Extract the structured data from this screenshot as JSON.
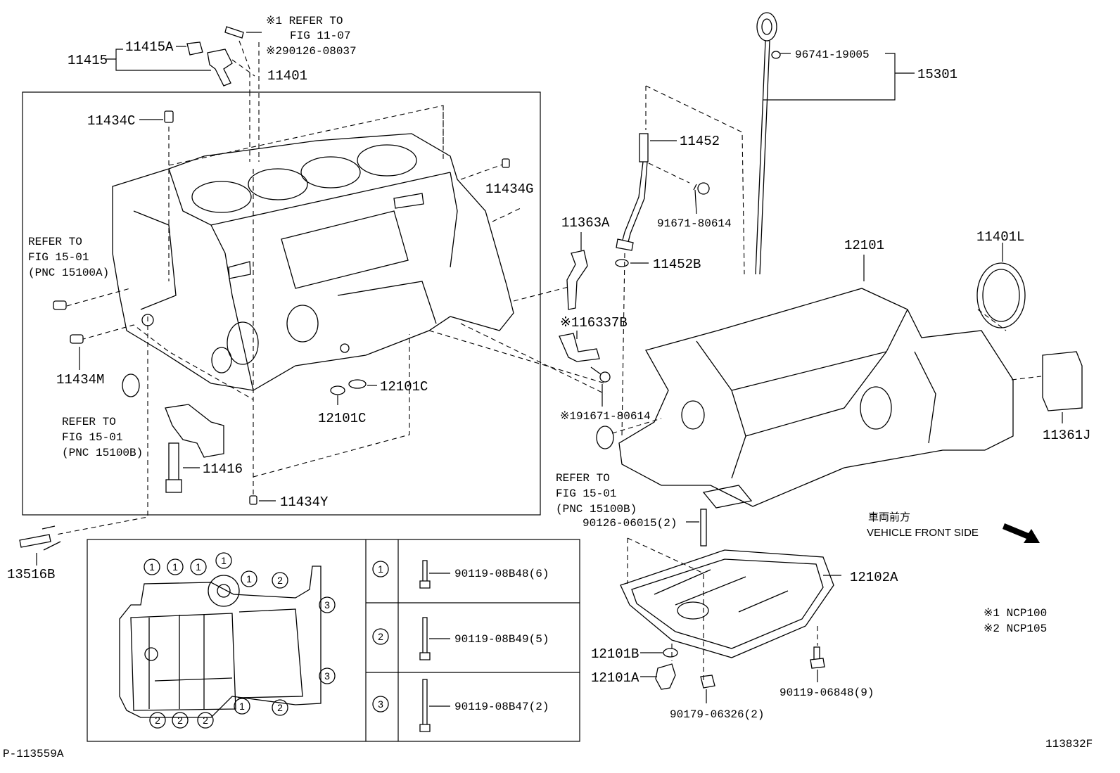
{
  "diagram": {
    "figure_id": "113832F",
    "page_ref": "P-113559A",
    "labels": {
      "l_11415": "11415",
      "l_11415a": "11415A",
      "l_refer_1107_a": "※1 REFER TO",
      "l_refer_1107_b": "FIG 11-07",
      "l_90126_08037": "※290126-08037",
      "l_11401": "11401",
      "l_11434c": "11434C",
      "l_11434g": "11434G",
      "l_refer_15100a_a": "REFER TO",
      "l_refer_15100a_b": "FIG 15-01",
      "l_refer_15100a_c": "(PNC 15100A)",
      "l_11434m": "11434M",
      "l_refer_15100b_1a": "REFER TO",
      "l_refer_15100b_1b": "FIG 15-01",
      "l_refer_15100b_1c": "(PNC 15100B)",
      "l_11416": "11416",
      "l_11434y": "11434Y",
      "l_12101c_1": "12101C",
      "l_12101c_2": "12101C",
      "l_13516b": "13516B",
      "l_96741": "96741-19005",
      "l_15301": "15301",
      "l_11452": "11452",
      "l_91671_80614": "91671-80614",
      "l_11363a": "11363A",
      "l_11452b": "11452B",
      "l_16337b": "※116337B",
      "l_191671": "※191671-80614",
      "l_12101": "12101",
      "l_11401l": "11401L",
      "l_11361j": "11361J",
      "l_refer_15100b_2a": "REFER TO",
      "l_refer_15100b_2b": "FIG 15-01",
      "l_refer_15100b_2c": "(PNC 15100B)",
      "l_90126_06015": "90126-06015(2)",
      "l_front_jp": "車両前方",
      "l_front_en": "VEHICLE FRONT SIDE",
      "l_12102a": "12102A",
      "l_12101b": "12101B",
      "l_12101a": "12101A",
      "l_90179": "90179-06326(2)",
      "l_90119_06848": "90119-06848(9)",
      "l_note1": "※1 NCP100",
      "l_note2": "※2 NCP105"
    },
    "bolt_table": [
      {
        "mark": "1",
        "part": "90119-08B48(6)"
      },
      {
        "mark": "2",
        "part": "90119-08B49(5)"
      },
      {
        "mark": "3",
        "part": "90119-08B47(2)"
      }
    ],
    "pattern_marks": {
      "m1": "1",
      "m2": "1",
      "m3": "1",
      "m4": "1",
      "m5": "1",
      "m6": "2",
      "m7": "3",
      "m8": "3",
      "m9": "1",
      "m10": "2",
      "m11": "2",
      "m12": "2",
      "m13": "2"
    }
  }
}
